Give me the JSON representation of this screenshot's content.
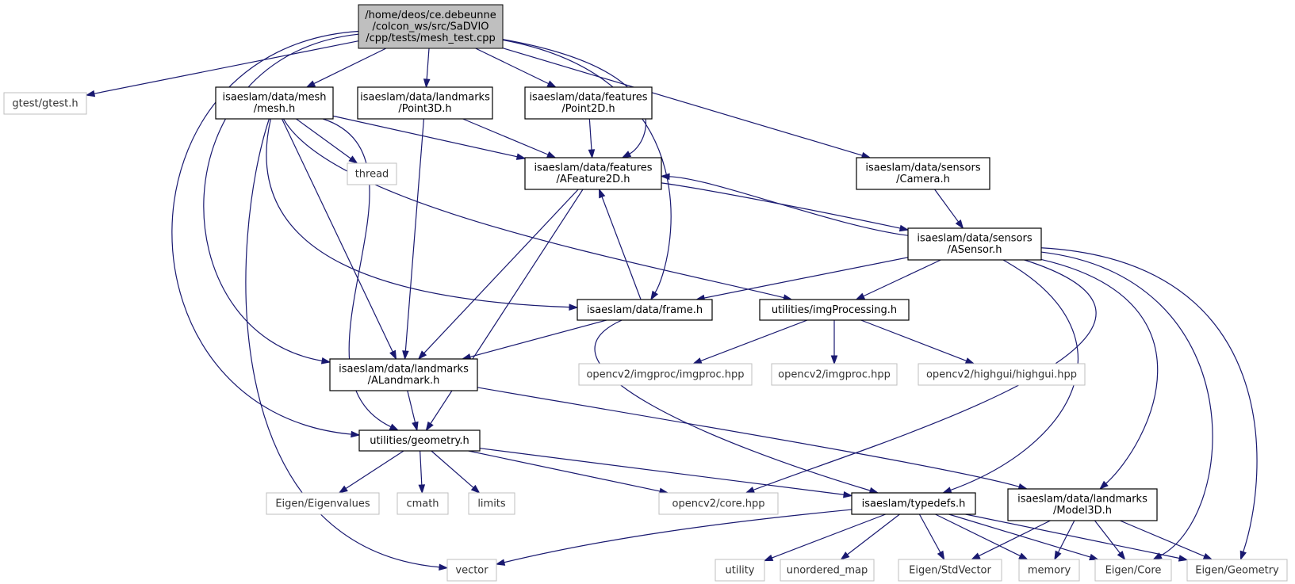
{
  "diagram": {
    "colors": {
      "edge": "#191970",
      "root_fill": "#bfbfbf",
      "internal_border": "#000000",
      "external_border": "#bfbfbf"
    },
    "nodes": [
      {
        "id": "root",
        "kind": "root",
        "lines": [
          "/home/deos/ce.debeunne",
          "/colcon_ws/src/SaDVIO",
          "/cpp/tests/mesh_test.cpp"
        ]
      },
      {
        "id": "gtest",
        "kind": "external",
        "lines": [
          "gtest/gtest.h"
        ]
      },
      {
        "id": "mesh",
        "kind": "internal",
        "lines": [
          "isaeslam/data/mesh",
          "/mesh.h"
        ]
      },
      {
        "id": "point3d",
        "kind": "internal",
        "lines": [
          "isaeslam/data/landmarks",
          "/Point3D.h"
        ]
      },
      {
        "id": "point2d",
        "kind": "internal",
        "lines": [
          "isaeslam/data/features",
          "/Point2D.h"
        ]
      },
      {
        "id": "thread",
        "kind": "external",
        "lines": [
          "thread"
        ]
      },
      {
        "id": "afeature2d",
        "kind": "internal",
        "lines": [
          "isaeslam/data/features",
          "/AFeature2D.h"
        ]
      },
      {
        "id": "camera",
        "kind": "internal",
        "lines": [
          "isaeslam/data/sensors",
          "/Camera.h"
        ]
      },
      {
        "id": "asensor",
        "kind": "internal",
        "lines": [
          "isaeslam/data/sensors",
          "/ASensor.h"
        ]
      },
      {
        "id": "frame",
        "kind": "internal",
        "lines": [
          "isaeslam/data/frame.h"
        ]
      },
      {
        "id": "imgproc",
        "kind": "internal",
        "lines": [
          "utilities/imgProcessing.h"
        ]
      },
      {
        "id": "alandmark",
        "kind": "internal",
        "lines": [
          "isaeslam/data/landmarks",
          "/ALandmark.h"
        ]
      },
      {
        "id": "cv_imgproc_imgproc",
        "kind": "external",
        "lines": [
          "opencv2/imgproc/imgproc.hpp"
        ]
      },
      {
        "id": "cv_imgproc",
        "kind": "external",
        "lines": [
          "opencv2/imgproc.hpp"
        ]
      },
      {
        "id": "cv_highgui",
        "kind": "external",
        "lines": [
          "opencv2/highgui/highgui.hpp"
        ]
      },
      {
        "id": "geometry",
        "kind": "internal",
        "lines": [
          "utilities/geometry.h"
        ]
      },
      {
        "id": "eigenvalues",
        "kind": "external",
        "lines": [
          "Eigen/Eigenvalues"
        ]
      },
      {
        "id": "cmath",
        "kind": "external",
        "lines": [
          "cmath"
        ]
      },
      {
        "id": "limits",
        "kind": "external",
        "lines": [
          "limits"
        ]
      },
      {
        "id": "cvcore",
        "kind": "external",
        "lines": [
          "opencv2/core.hpp"
        ]
      },
      {
        "id": "typedefs",
        "kind": "internal",
        "lines": [
          "isaeslam/typedefs.h"
        ]
      },
      {
        "id": "model3d",
        "kind": "internal",
        "lines": [
          "isaeslam/data/landmarks",
          "/Model3D.h"
        ]
      },
      {
        "id": "vector",
        "kind": "external",
        "lines": [
          "vector"
        ]
      },
      {
        "id": "utility",
        "kind": "external",
        "lines": [
          "utility"
        ]
      },
      {
        "id": "unordered_map",
        "kind": "external",
        "lines": [
          "unordered_map"
        ]
      },
      {
        "id": "stdvector",
        "kind": "external",
        "lines": [
          "Eigen/StdVector"
        ]
      },
      {
        "id": "memory",
        "kind": "external",
        "lines": [
          "memory"
        ]
      },
      {
        "id": "eigencore",
        "kind": "external",
        "lines": [
          "Eigen/Core"
        ]
      },
      {
        "id": "eigengeometry",
        "kind": "external",
        "lines": [
          "Eigen/Geometry"
        ]
      }
    ],
    "edges": [
      [
        "root",
        "gtest"
      ],
      [
        "root",
        "mesh"
      ],
      [
        "root",
        "point3d"
      ],
      [
        "root",
        "point2d"
      ],
      [
        "root",
        "afeature2d"
      ],
      [
        "root",
        "camera"
      ],
      [
        "root",
        "frame"
      ],
      [
        "root",
        "alandmark"
      ],
      [
        "root",
        "geometry"
      ],
      [
        "mesh",
        "thread"
      ],
      [
        "mesh",
        "afeature2d"
      ],
      [
        "mesh",
        "frame"
      ],
      [
        "mesh",
        "imgproc"
      ],
      [
        "mesh",
        "alandmark"
      ],
      [
        "mesh",
        "geometry"
      ],
      [
        "mesh",
        "vector"
      ],
      [
        "point3d",
        "afeature2d"
      ],
      [
        "point3d",
        "alandmark"
      ],
      [
        "point2d",
        "afeature2d"
      ],
      [
        "afeature2d",
        "asensor"
      ],
      [
        "afeature2d",
        "alandmark"
      ],
      [
        "afeature2d",
        "geometry"
      ],
      [
        "camera",
        "asensor"
      ],
      [
        "asensor",
        "afeature2d"
      ],
      [
        "asensor",
        "frame"
      ],
      [
        "asensor",
        "imgproc"
      ],
      [
        "asensor",
        "cvcore"
      ],
      [
        "asensor",
        "typedefs"
      ],
      [
        "asensor",
        "model3d"
      ],
      [
        "asensor",
        "eigencore"
      ],
      [
        "asensor",
        "eigengeometry"
      ],
      [
        "frame",
        "afeature2d"
      ],
      [
        "frame",
        "alandmark"
      ],
      [
        "frame",
        "typedefs"
      ],
      [
        "imgproc",
        "cv_imgproc_imgproc"
      ],
      [
        "imgproc",
        "cv_imgproc"
      ],
      [
        "imgproc",
        "cv_highgui"
      ],
      [
        "alandmark",
        "geometry"
      ],
      [
        "alandmark",
        "model3d"
      ],
      [
        "geometry",
        "eigenvalues"
      ],
      [
        "geometry",
        "cmath"
      ],
      [
        "geometry",
        "limits"
      ],
      [
        "geometry",
        "cvcore"
      ],
      [
        "geometry",
        "typedefs"
      ],
      [
        "typedefs",
        "vector"
      ],
      [
        "typedefs",
        "utility"
      ],
      [
        "typedefs",
        "unordered_map"
      ],
      [
        "typedefs",
        "stdvector"
      ],
      [
        "typedefs",
        "memory"
      ],
      [
        "typedefs",
        "eigencore"
      ],
      [
        "typedefs",
        "eigengeometry"
      ],
      [
        "model3d",
        "stdvector"
      ],
      [
        "model3d",
        "memory"
      ],
      [
        "model3d",
        "eigencore"
      ],
      [
        "model3d",
        "eigengeometry"
      ]
    ]
  }
}
